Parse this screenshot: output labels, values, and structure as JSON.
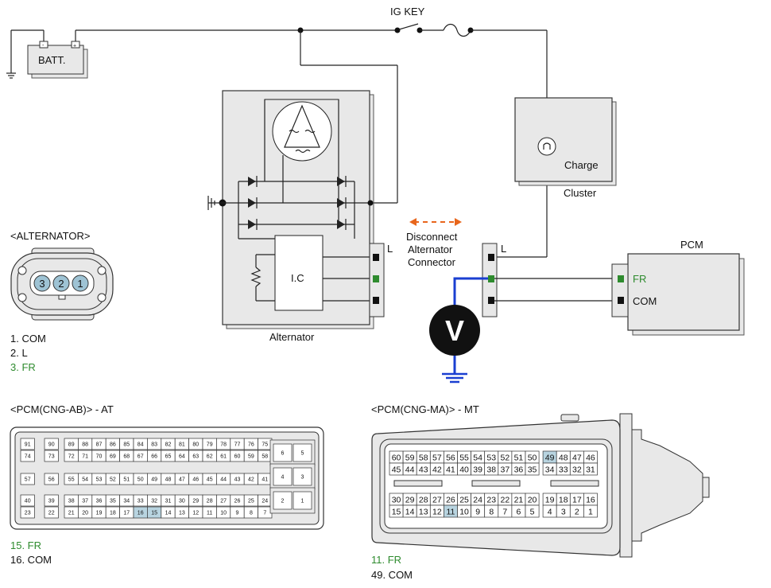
{
  "colors": {
    "fr_green": "#2e8b2e",
    "meter_wire_blue": "#1a3fd1",
    "arrow_orange": "#e8661c",
    "highlight": "#b8d4e0",
    "panel_gray": "#e8e8e8"
  },
  "schematic": {
    "ig_key": "IG KEY",
    "batt": "BATT.",
    "batt_minus": "-",
    "batt_plus": "+",
    "ic": "I.C",
    "alternator": "Alternator",
    "charge": "Charge",
    "cluster": "Cluster",
    "pin_l_alt": "L",
    "pin_l_conn": "L",
    "disconnect": [
      "Disconnect",
      "Alternator",
      "Connector"
    ],
    "pcm": "PCM",
    "pcm_fr": "FR",
    "pcm_com": "COM",
    "voltmeter": "V"
  },
  "alternator_connector": {
    "title": "<ALTERNATOR>",
    "pins": [
      "3",
      "2",
      "1"
    ],
    "legend": [
      {
        "text": "1. COM",
        "green": false
      },
      {
        "text": "2. L",
        "green": false
      },
      {
        "text": "3. FR",
        "green": true
      }
    ]
  },
  "pcm_ab": {
    "title": "<PCM(CNG-AB)> - AT",
    "rows": [
      [
        "91",
        "90",
        "89",
        "88",
        "87",
        "86",
        "85",
        "84",
        "83",
        "82",
        "81",
        "80",
        "79",
        "78",
        "77",
        "76",
        "75"
      ],
      [
        "74",
        "73",
        "72",
        "71",
        "70",
        "69",
        "68",
        "67",
        "66",
        "65",
        "64",
        "63",
        "62",
        "61",
        "60",
        "59",
        "58"
      ],
      [
        "57",
        "56",
        "55",
        "54",
        "53",
        "52",
        "51",
        "50",
        "49",
        "48",
        "47",
        "46",
        "45",
        "44",
        "43",
        "42",
        "41"
      ],
      [
        "40",
        "39",
        "38",
        "37",
        "36",
        "35",
        "34",
        "33",
        "32",
        "31",
        "30",
        "29",
        "28",
        "27",
        "26",
        "25",
        "24"
      ],
      [
        "23",
        "22",
        "21",
        "20",
        "19",
        "18",
        "17",
        "16",
        "15",
        "14",
        "13",
        "12",
        "11",
        "10",
        "9",
        "8",
        "7"
      ]
    ],
    "side": [
      [
        "6",
        "5"
      ],
      [
        "4",
        "3"
      ],
      [
        "2",
        "1"
      ]
    ],
    "highlight": [
      "16",
      "15"
    ],
    "legend": [
      {
        "text": "15. FR",
        "green": true
      },
      {
        "text": "16. COM",
        "green": false
      }
    ]
  },
  "pcm_ma": {
    "title": "<PCM(CNG-MA)> - MT",
    "rows": [
      [
        "60",
        "59",
        "58",
        "57",
        "56",
        "55",
        "54",
        "53",
        "52",
        "51",
        "50",
        "49",
        "48",
        "47",
        "46"
      ],
      [
        "45",
        "44",
        "43",
        "42",
        "41",
        "40",
        "39",
        "38",
        "37",
        "36",
        "35",
        "34",
        "33",
        "32",
        "31"
      ],
      [
        "30",
        "29",
        "28",
        "27",
        "26",
        "25",
        "24",
        "23",
        "22",
        "21",
        "20",
        "19",
        "18",
        "17",
        "16"
      ],
      [
        "15",
        "14",
        "13",
        "12",
        "11",
        "10",
        "9",
        "8",
        "7",
        "6",
        "5",
        "4",
        "3",
        "2",
        "1"
      ]
    ],
    "highlight": [
      "49",
      "11"
    ],
    "legend": [
      {
        "text": "11. FR",
        "green": true
      },
      {
        "text": "49. COM",
        "green": false
      }
    ]
  }
}
